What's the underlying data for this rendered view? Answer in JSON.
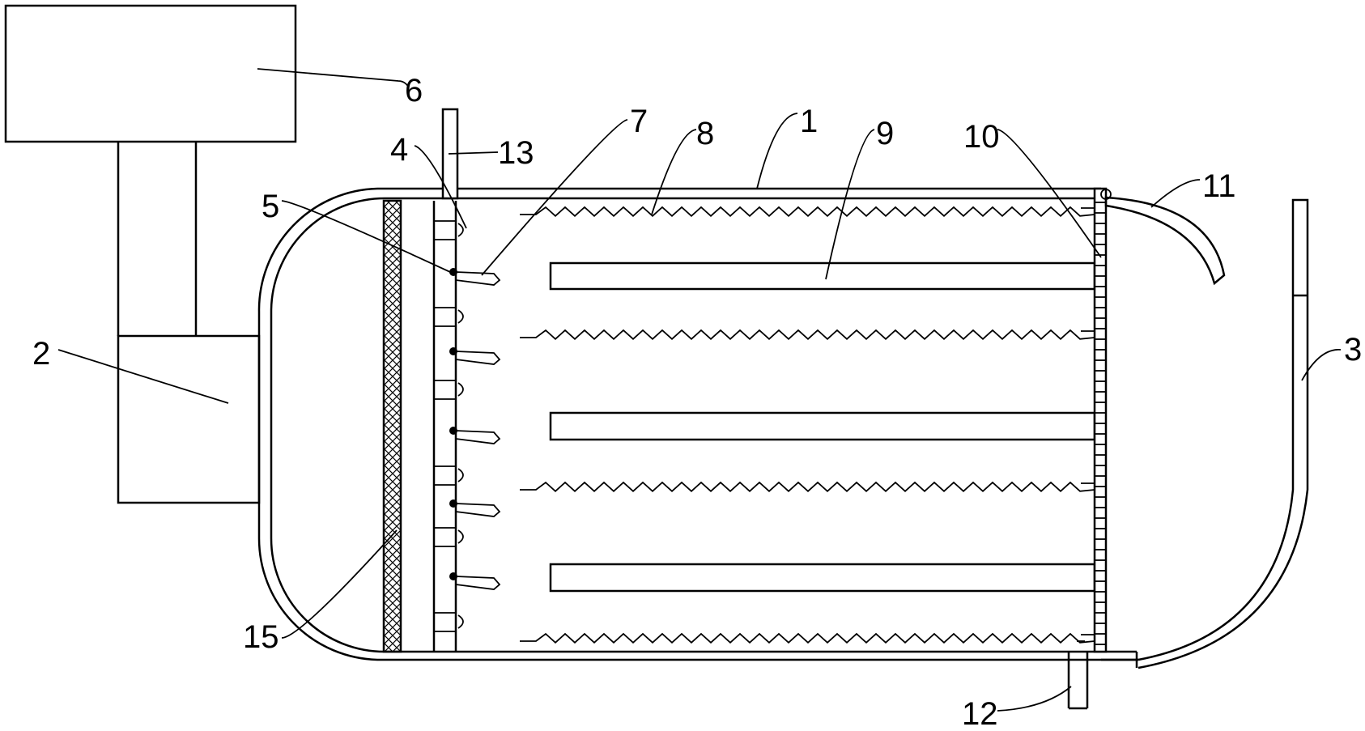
{
  "labels": {
    "l1": "1",
    "l2": "2",
    "l3": "3",
    "l4": "4",
    "l5": "5",
    "l6": "6",
    "l7": "7",
    "l8": "8",
    "l9": "9",
    "l10": "10",
    "l11": "11",
    "l12": "12",
    "l13": "13",
    "l15": "15"
  }
}
